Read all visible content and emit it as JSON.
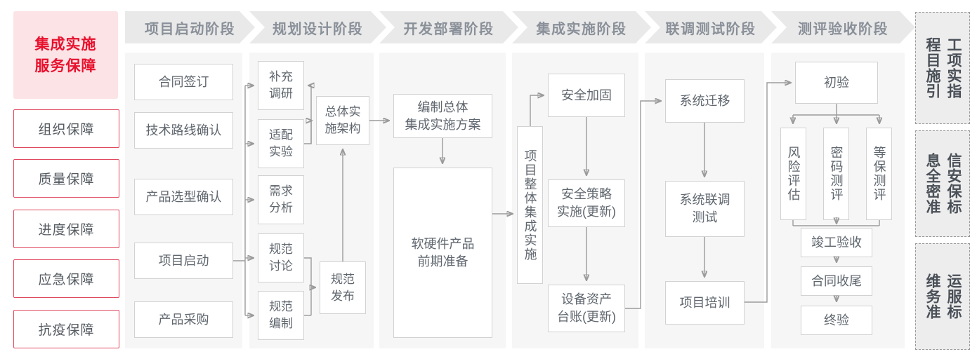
{
  "guarantee": {
    "title": "集成实施\n服务保障",
    "title_line1": "集成实施",
    "title_line2": "服务保障",
    "items": [
      {
        "label": "组织保障"
      },
      {
        "label": "质量保障"
      },
      {
        "label": "进度保障"
      },
      {
        "label": "应急保障"
      },
      {
        "label": "抗疫保障"
      }
    ]
  },
  "phases": [
    {
      "label": "项目启动阶段"
    },
    {
      "label": "规划设计阶段"
    },
    {
      "label": "开发部署阶段"
    },
    {
      "label": "集成实施阶段"
    },
    {
      "label": "联调测试阶段"
    },
    {
      "label": "测评验收阶段"
    }
  ],
  "nodes": {
    "p1": [
      {
        "label": "合同签订"
      },
      {
        "label": "技术路线确认"
      },
      {
        "label": "产品选型确认"
      },
      {
        "label": "项目启动"
      },
      {
        "label": "产品采购"
      }
    ],
    "p2": [
      {
        "label": "补充\n调研",
        "l1": "补充",
        "l2": "调研"
      },
      {
        "label": "适配\n实验",
        "l1": "适配",
        "l2": "实验"
      },
      {
        "label": "需求\n分析",
        "l1": "需求",
        "l2": "分析"
      },
      {
        "label": "规范\n讨论",
        "l1": "规范",
        "l2": "讨论"
      },
      {
        "label": "规范\n编制",
        "l1": "规范",
        "l2": "编制"
      },
      {
        "label": "总体实\n施架构",
        "l1": "总体实",
        "l2": "施架构"
      },
      {
        "label": "规范\n发布",
        "l1": "规范",
        "l2": "发布"
      }
    ],
    "p3": [
      {
        "label": "编制总体\n集成实施方案",
        "l1": "编制总体",
        "l2": "集成实施方案"
      },
      {
        "label": "软硬件产品\n前期准备",
        "l1": "软硬件产品",
        "l2": "前期准备"
      }
    ],
    "p4": [
      {
        "label": "项目整体集成实施"
      },
      {
        "label": "安全加固"
      },
      {
        "label": "安全策略\n实施(更新)",
        "l1": "安全策略",
        "l2": "实施(更新)"
      },
      {
        "label": "设备资产\n台账(更新)",
        "l1": "设备资产",
        "l2": "台账(更新)"
      }
    ],
    "p5": [
      {
        "label": "系统迁移"
      },
      {
        "label": "系统联调\n测试",
        "l1": "系统联调",
        "l2": "测试"
      },
      {
        "label": "项目培训"
      }
    ],
    "p6": [
      {
        "label": "初验"
      },
      {
        "label": "风险评估"
      },
      {
        "label": "密码测评"
      },
      {
        "label": "等保测评"
      },
      {
        "label": "竣工验收"
      },
      {
        "label": "合同收尾"
      },
      {
        "label": "终验"
      }
    ]
  },
  "standards": [
    {
      "label": "工程项目实施指引",
      "col_right": "程目施引",
      "col_left": "工项实指"
    },
    {
      "label": "信息安全保密标准",
      "col_right": "息全密准",
      "col_left": "信安保标"
    },
    {
      "label": "运维服务标准",
      "col_right": "维务准",
      "col_left": "运服标"
    }
  ],
  "colors": {
    "accent_red": "#e8112d",
    "guarantee_bg": "#fbe3e6",
    "guarantee_border": "#e0485e",
    "phase_header_bg": "#e9e9e9",
    "phase_header_text": "#8a9099",
    "panel_bg": "#f6f6f6",
    "node_border": "#d2d2d2",
    "node_text": "#5f666e",
    "wire": "#9b9b9b",
    "standard_bg": "#ededed",
    "standard_border": "#9a9a9a"
  }
}
